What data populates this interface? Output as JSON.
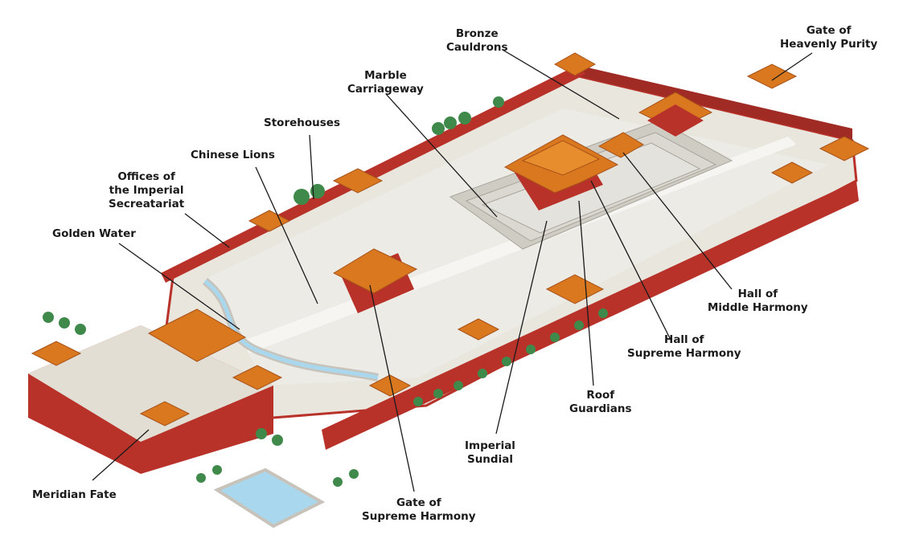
{
  "diagram": {
    "colors": {
      "roof": "#d9781e",
      "roof_dark": "#a8521a",
      "wall": "#b8322a",
      "wall_dark": "#8e2420",
      "courtyard": "#e9e6de",
      "marble": "#d8d6d0",
      "tree": "#3f8a4a",
      "water": "#a9d8ee"
    },
    "labels": {
      "bronze_cauldrons": [
        "Bronze",
        "Cauldrons"
      ],
      "gate_heavenly_purity": [
        "Gate of",
        "Heavenly Purity"
      ],
      "marble_carriageway": [
        "Marble",
        "Carriageway"
      ],
      "storehouses": [
        "Storehouses"
      ],
      "chinese_lions": [
        "Chinese Lions"
      ],
      "offices_secretariat": [
        "Offices of",
        "the Imperial",
        "Secreatariat"
      ],
      "golden_water": [
        "Golden Water"
      ],
      "hall_middle_harmony": [
        "Hall of",
        "Middle Harmony"
      ],
      "hall_supreme_harmony": [
        "Hall of",
        "Supreme Harmony"
      ],
      "roof_guardians": [
        "Roof",
        "Guardians"
      ],
      "imperial_sundial": [
        "Imperial",
        "Sundial"
      ],
      "meridian_fate": [
        "Meridian Fate"
      ],
      "gate_supreme_harmony": [
        "Gate of",
        "Supreme Harmony"
      ]
    }
  }
}
